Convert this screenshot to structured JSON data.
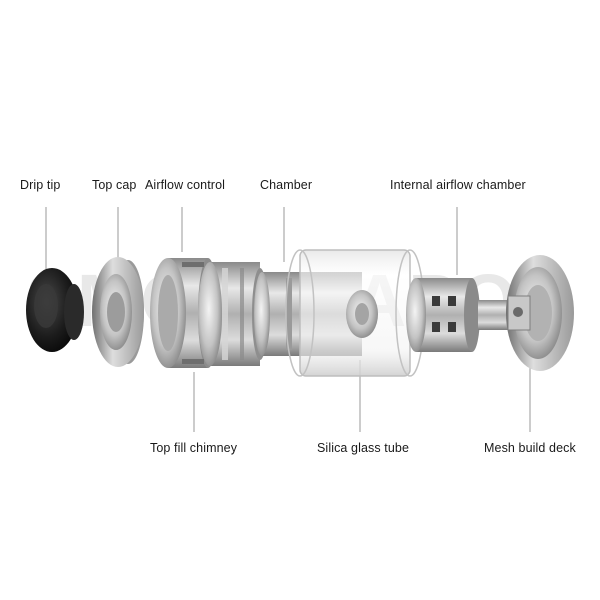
{
  "labels": {
    "drip_tip": "Drip tip",
    "top_cap": "Top cap",
    "airflow_control": "Airflow control",
    "chamber": "Chamber",
    "internal_airflow_chamber": "Internal airflow chamber",
    "top_fill_chimney": "Top fill chimney",
    "silica_glass_tube": "Silica glass tube",
    "mesh_build_deck": "Mesh build deck"
  },
  "watermark": "SMOKEVAPOR",
  "colors": {
    "metal_light": "#e4e4e4",
    "metal_mid": "#b8b8b8",
    "metal_dark": "#7c7c7c",
    "drip_tip_black": "#1c1c1c",
    "leader_line": "#9a9a9a",
    "text": "#1a1a1a"
  }
}
